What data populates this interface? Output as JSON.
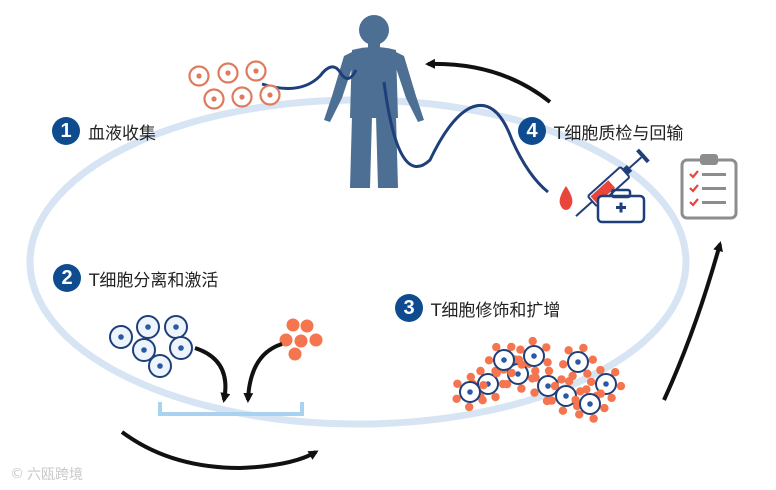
{
  "steps": [
    {
      "number": "1",
      "label": "血液收集"
    },
    {
      "number": "2",
      "label": "T细胞分离和激活"
    },
    {
      "number": "3",
      "label": "T细胞修饰和扩增"
    },
    {
      "number": "4",
      "label": "T细胞质检与回输"
    }
  ],
  "watermark": {
    "mark": "©",
    "text": "六瓯跨境"
  },
  "colors": {
    "cycle": "#d6e4f3",
    "step_badge": "#0f4c8f",
    "body": "#4d6f93",
    "blood_line": "#1f3f7a",
    "t_cell": "#f5754f",
    "blue_cell_fill": "#eef4fc",
    "blue_cell_stroke": "#1f3f7a",
    "tray": "#a8d2ef",
    "arrow": "#111111"
  },
  "icons": [
    "human-body-icon",
    "syringe-icon",
    "medical-kit-icon",
    "blood-drop-icon",
    "clipboard-checklist-icon"
  ]
}
